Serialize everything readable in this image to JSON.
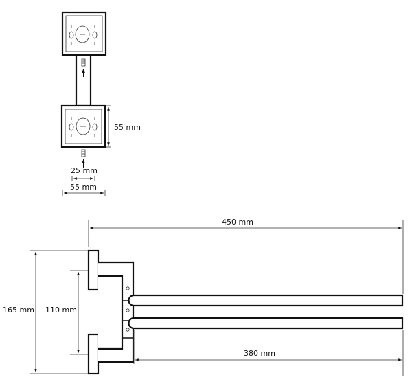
{
  "dimensions": {
    "front_height": "55 mm",
    "front_small": "25 mm",
    "front_width": "55 mm",
    "side_total_length": "450 mm",
    "side_height": "165 mm",
    "side_spacing": "110 mm",
    "side_arm_length": "380 mm"
  }
}
